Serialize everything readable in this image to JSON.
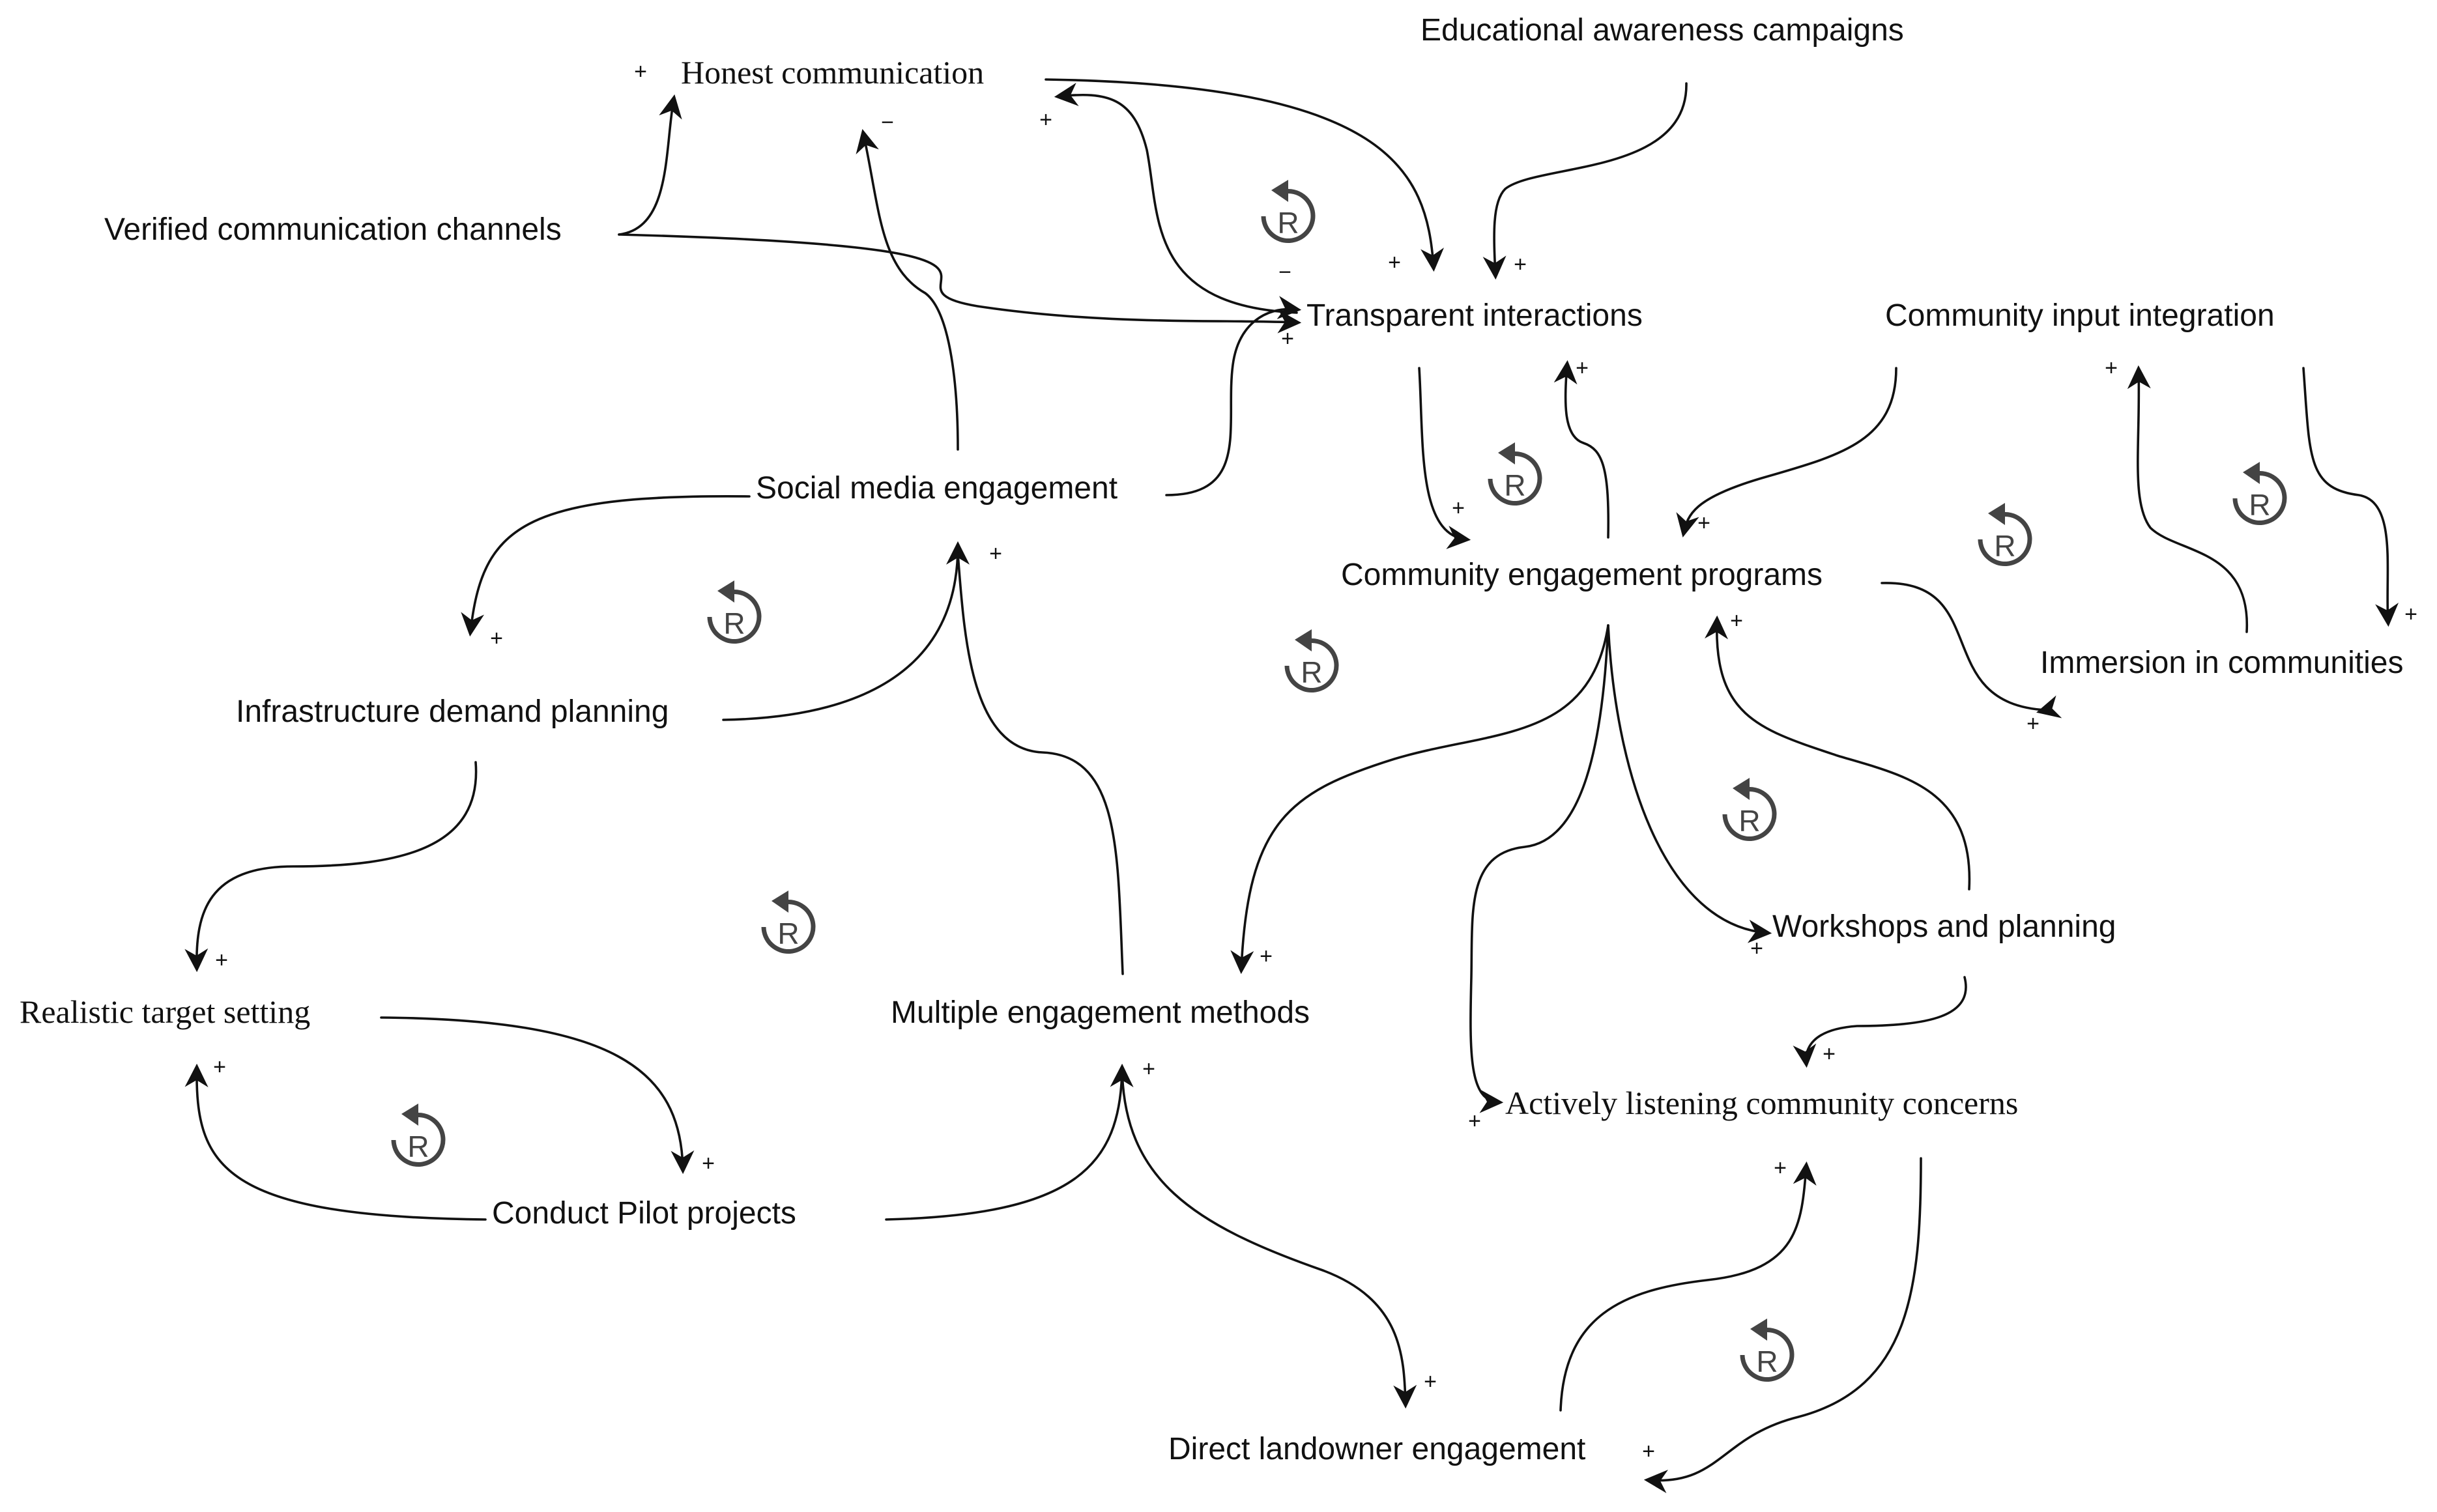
{
  "nodes": {
    "honest_communication": "Honest communication",
    "educational_awareness": "Educational awareness campaigns",
    "verified_channels": "Verified communication channels",
    "transparent_interactions": "Transparent interactions",
    "community_input": "Community input integration",
    "social_media": "Social media engagement",
    "community_programs": "Community engagement programs",
    "immersion": "Immersion in communities",
    "infrastructure_planning": "Infrastructure demand planning",
    "workshops": "Workshops and planning",
    "realistic_targets": "Realistic target setting",
    "multiple_methods": "Multiple engagement methods",
    "actively_listening": "Actively listening community concerns",
    "pilot_projects": "Conduct Pilot projects",
    "direct_landowner": "Direct landowner engagement"
  },
  "polarity": {
    "plus": "+",
    "minus": "−"
  },
  "loop_marker": {
    "letter": "R",
    "icon": "reinforcing-loop-icon"
  }
}
